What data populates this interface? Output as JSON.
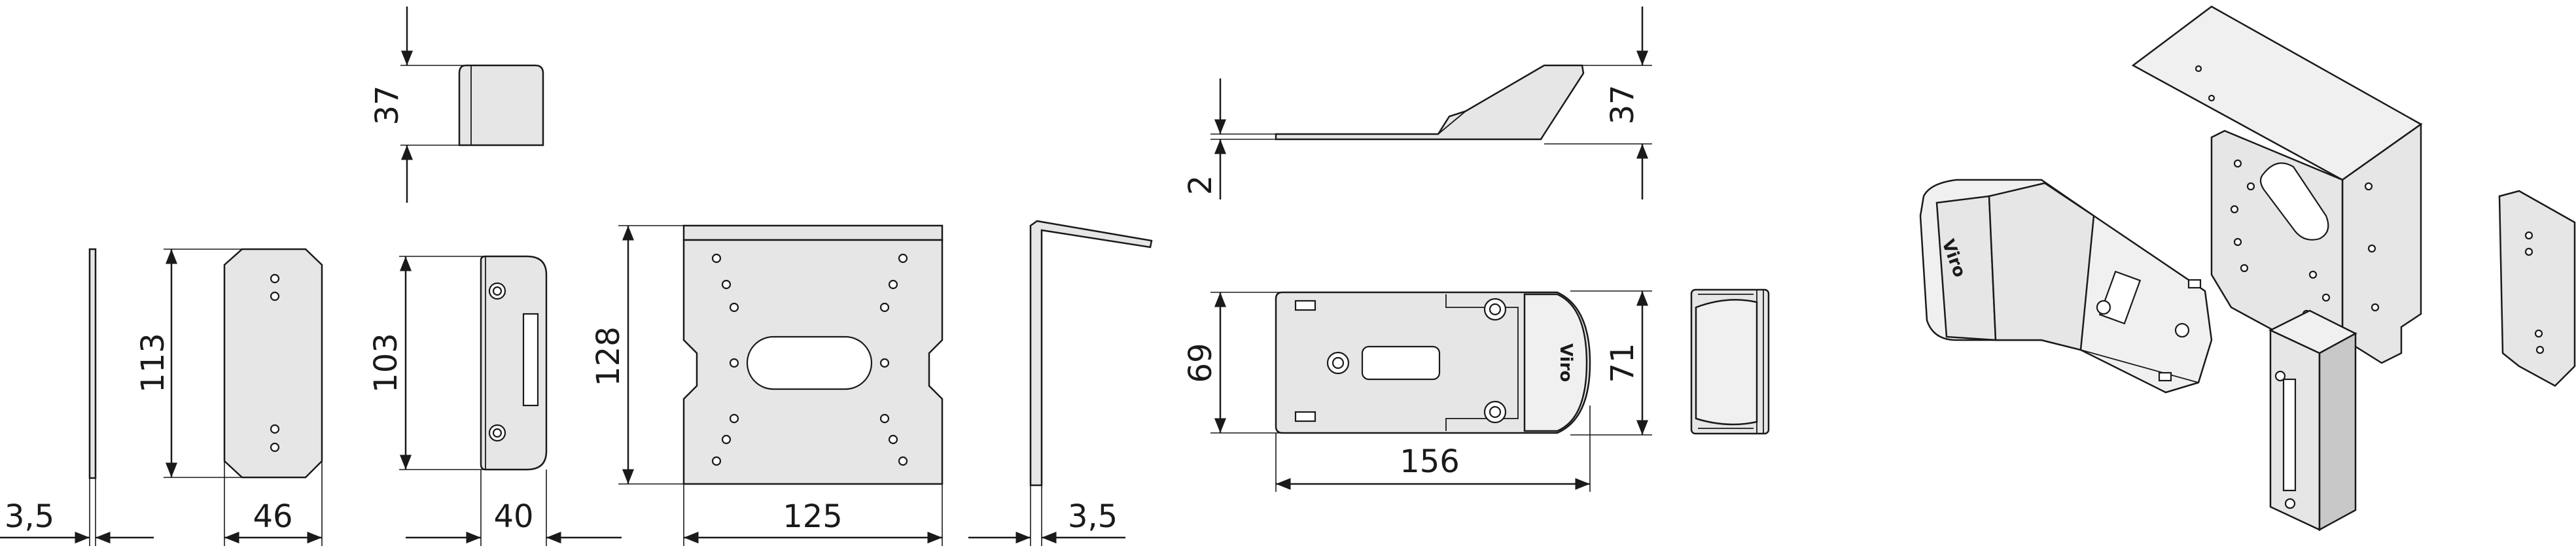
{
  "dimensions": {
    "sideplate_thickness": "3,5",
    "sideplate_height": "113",
    "sideplate_width": "46",
    "cap_height": "37",
    "striker_height": "103",
    "striker_width": "40",
    "baseplate_height": "128",
    "baseplate_width": "125",
    "bracket_thickness": "3,5",
    "keeper_thickness": "2",
    "keeper_height": "37",
    "keeper_top_height": "69",
    "keeper_side_height": "71",
    "keeper_length": "156"
  },
  "brand": {
    "logo_text": "Viro"
  },
  "colors": {
    "part_fill": "#e6e6e6",
    "outline": "#1a1a1a"
  }
}
